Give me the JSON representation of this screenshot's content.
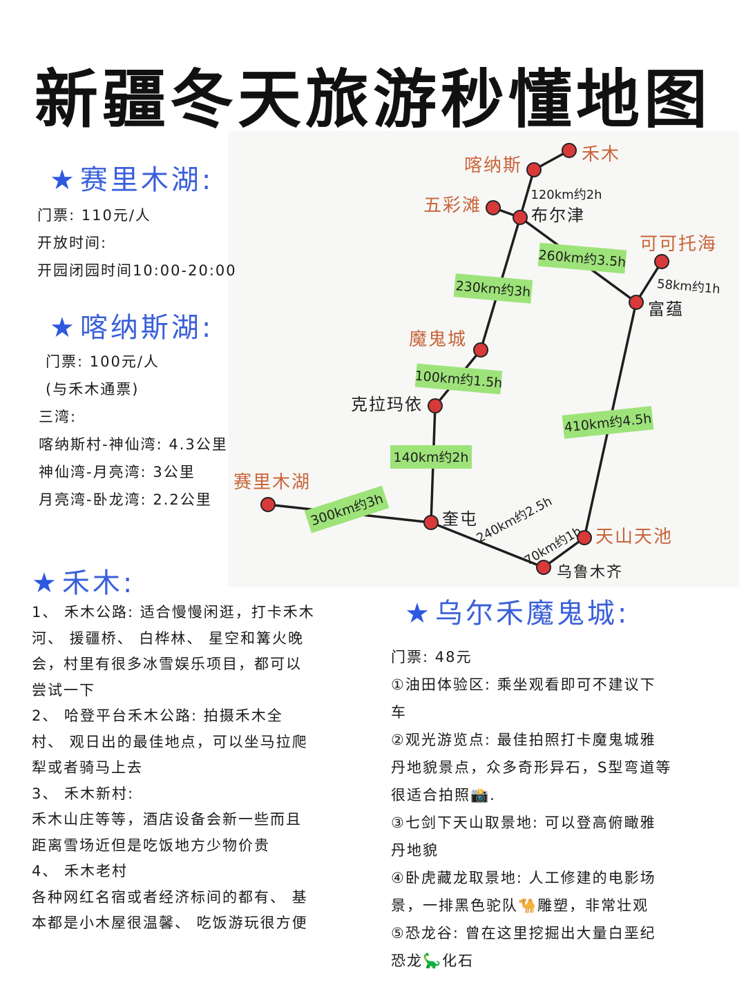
{
  "title": "新疆冬天旅游秒懂地图",
  "sections": {
    "sailimu": {
      "title": "赛里木湖:",
      "lines": [
        "门票: 110元/人",
        "开放时间:",
        "开园闭园时间10:00-20:00"
      ]
    },
    "kanas": {
      "title": "喀纳斯湖:",
      "lines": [
        "门票: 100元/人",
        "(与禾木通票)",
        "三湾:",
        "喀纳斯村-神仙湾: 4.3公里",
        "神仙湾-月亮湾: 3公里",
        "月亮湾-卧龙湾: 2.2公里"
      ]
    },
    "hemu": {
      "title": "禾木:",
      "lines": [
        "1、 禾木公路: 适合慢慢闲逛，打卡禾木",
        "河、 援疆桥、 白桦林、 星空和篝火晚",
        "会，村里有很多冰雪娱乐项目，都可以",
        "尝试一下",
        "2、 哈登平台禾木公路: 拍摄禾木全",
        "村、 观日出的最佳地点，可以坐马拉爬",
        "犁或者骑马上去",
        "3、 禾木新村:",
        "禾木山庄等等，酒店设备会新一些而且",
        "距离雪场近但是吃饭地方少物价贵",
        "4、 禾木老村",
        "各种网红名宿或者经济标间的都有、 基",
        "本都是小木屋很温馨、 吃饭游玩很方便"
      ]
    },
    "wuerhe": {
      "title": "乌尔禾魔鬼城:",
      "lines": [
        "门票: 48元",
        "①油田体验区: 乘坐观看即可不建议下",
        "车",
        "②观光游览点: 最佳拍照打卡魔鬼城雅",
        "丹地貌景点，众多奇形异石，S型弯道等",
        "很适合拍照📸.",
        "③七剑下天山取景地: 可以登高俯瞰雅",
        "丹地貌",
        "④卧虎藏龙取景地: 人工修建的电影场",
        "景，一排黑色驼队🐪雕塑，非常壮观",
        "⑤恐龙谷: 曾在这里挖掘出大量白垩纪",
        "恐龙🦕化石"
      ]
    }
  },
  "map": {
    "colors": {
      "route": "#1e1e1e",
      "node": "#d83a3a",
      "attraction_label": "#c8643a",
      "city_label": "#1e1e1e",
      "distance_bg": "#9ee37a"
    },
    "nodes": [
      {
        "id": "hemu",
        "label": "禾木",
        "kind": "attraction"
      },
      {
        "id": "kanas",
        "label": "喀纳斯",
        "kind": "attraction"
      },
      {
        "id": "wucaitan",
        "label": "五彩滩",
        "kind": "attraction"
      },
      {
        "id": "burqin",
        "label": "布尔津",
        "kind": "city"
      },
      {
        "id": "koktokay",
        "label": "可可托海",
        "kind": "attraction"
      },
      {
        "id": "fuyun",
        "label": "富蕴",
        "kind": "city"
      },
      {
        "id": "moguicheng",
        "label": "魔鬼城",
        "kind": "attraction"
      },
      {
        "id": "karamay",
        "label": "克拉玛依",
        "kind": "city"
      },
      {
        "id": "sailimu",
        "label": "赛里木湖",
        "kind": "attraction"
      },
      {
        "id": "kuitun",
        "label": "奎屯",
        "kind": "city"
      },
      {
        "id": "tianchi",
        "label": "天山天池",
        "kind": "attraction"
      },
      {
        "id": "urumqi",
        "label": "乌鲁木齐",
        "kind": "city"
      }
    ],
    "routes": [
      {
        "from": "kanas",
        "to": "hemu",
        "label": ""
      },
      {
        "from": "burqin",
        "to": "kanas",
        "label": "120km约2h",
        "highlight": false
      },
      {
        "from": "wucaitan",
        "to": "burqin",
        "label": ""
      },
      {
        "from": "burqin",
        "to": "fuyun",
        "label": "260km约3.5h",
        "highlight": true
      },
      {
        "from": "fuyun",
        "to": "koktokay",
        "label": "58km约1h",
        "highlight": false
      },
      {
        "from": "burqin",
        "to": "moguicheng",
        "label": "230km约3h",
        "highlight": true
      },
      {
        "from": "moguicheng",
        "to": "karamay",
        "label": "100km约1.5h",
        "highlight": true
      },
      {
        "from": "karamay",
        "to": "kuitun",
        "label": "140km约2h",
        "highlight": true
      },
      {
        "from": "sailimu",
        "to": "kuitun",
        "label": "300km约3h",
        "highlight": true
      },
      {
        "from": "fuyun",
        "to": "tianchi",
        "label": "410km约4.5h",
        "highlight": true
      },
      {
        "from": "kuitun",
        "to": "urumqi",
        "label": "240km约2.5h",
        "highlight": false
      },
      {
        "from": "urumqi",
        "to": "tianchi",
        "label": "70km约1h",
        "highlight": false
      }
    ]
  }
}
